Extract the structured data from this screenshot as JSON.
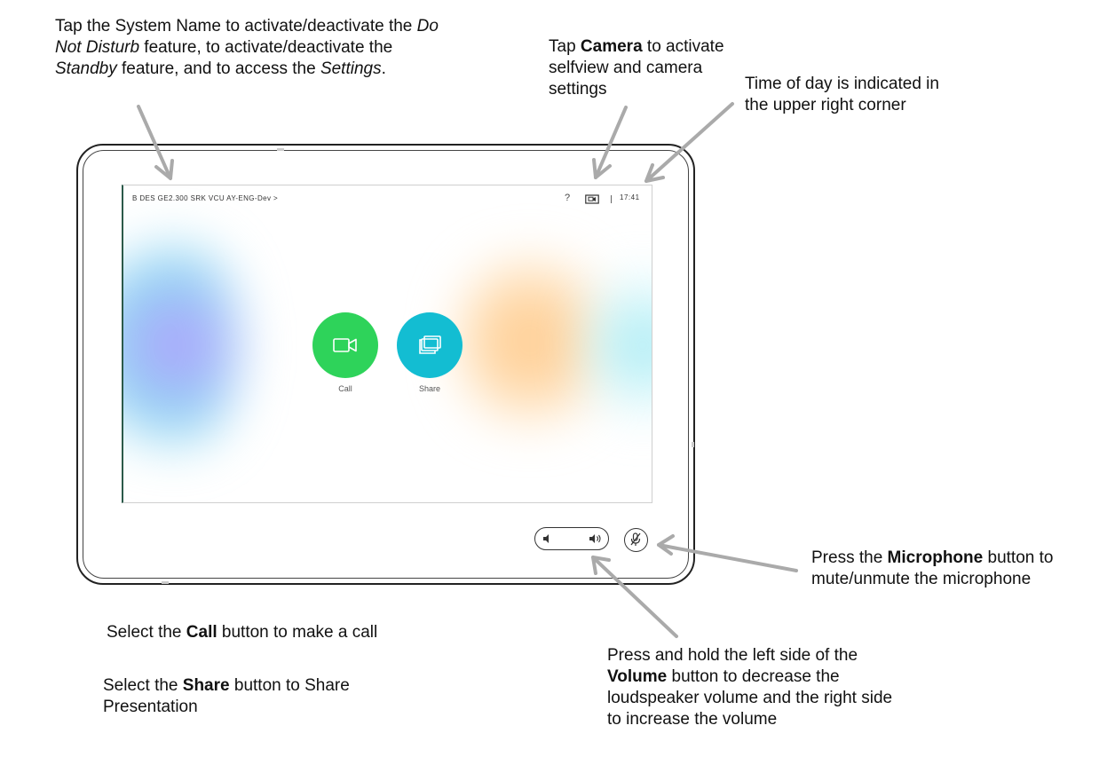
{
  "annotations": {
    "system": {
      "t1": "Tap the System Name to activate/deactivate the ",
      "i1": "Do Not Disturb",
      "t2": " feature, to activate/deactivate the ",
      "i2": "Standby",
      "t3": " feature, and to access the ",
      "i3": "Settings",
      "t4": "."
    },
    "camera": {
      "t1": "Tap ",
      "b1": "Camera",
      "t2": " to activate selfview and camera settings"
    },
    "time": {
      "text": "Time of day is indicated in the upper right corner"
    },
    "mic": {
      "t1": "Press the ",
      "b1": "Microphone",
      "t2": " button to mute/unmute the microphone"
    },
    "call": {
      "t1": "Select the ",
      "b1": "Call",
      "t2": " button to make a call"
    },
    "share": {
      "t1": "Select the ",
      "b1": "Share",
      "t2": " button to Share Presentation"
    },
    "volume": {
      "t1": "Press and hold the left side of the ",
      "b1": "Volume",
      "t2": " button to decrease the loudspeaker volume and the right side to increase the volume"
    }
  },
  "screen": {
    "system_name": "B DES GE2.300 SRK VCU AY-ENG-Dev >",
    "help_icon": "?",
    "camera_icon": "camera-icon",
    "clock": "17:41",
    "call_label": "Call",
    "share_label": "Share"
  },
  "colors": {
    "call": "#2ed35a",
    "share": "#13bdd2",
    "arrow": "#aaaaaa"
  }
}
